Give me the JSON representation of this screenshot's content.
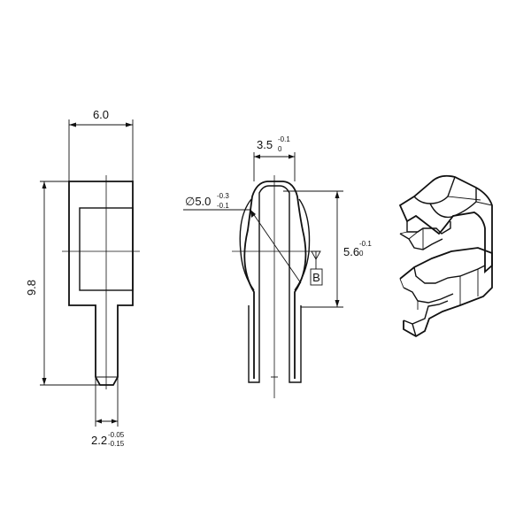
{
  "front_view": {
    "width_label": "6.0",
    "height_label": "9.8",
    "pin_width": {
      "nominal": "2.2",
      "tol_upper": "-0.05",
      "tol_lower": "-0.15"
    }
  },
  "side_view": {
    "gap_width": {
      "nominal": "3.5",
      "tol_upper": "-0.1",
      "tol_lower": "0"
    },
    "diameter": {
      "nominal": "∅5.0",
      "tol_upper": "-0.3",
      "tol_lower": "-0.1"
    },
    "height": {
      "nominal": "5.6",
      "tol_upper": "-0.1",
      "tol_lower": "0"
    },
    "datum_label": "B"
  },
  "isometric_view": {},
  "colors": {
    "line": "#111111",
    "background": "#ffffff"
  }
}
